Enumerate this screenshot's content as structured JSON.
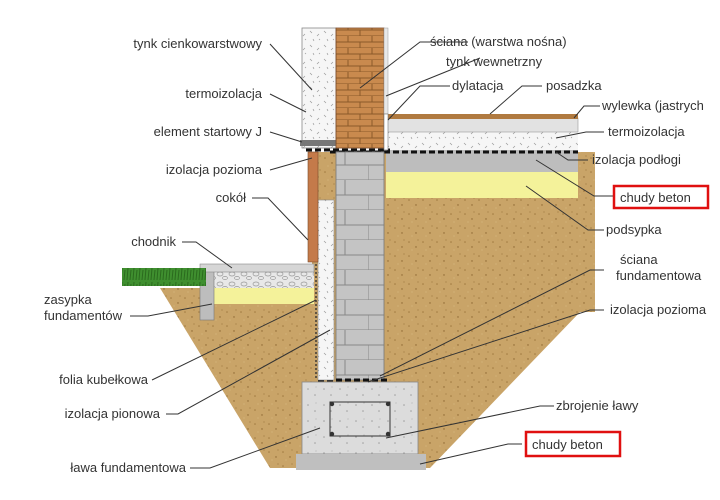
{
  "labels": {
    "tynk_cienkowarstwowy": "tynk cienkowarstwowy",
    "termoizolacja_sciana": "termoizolacja",
    "element_startowy": "element startowy J",
    "izolacja_pozioma_gora": "izolacja pozioma",
    "cokol": "cokół",
    "chodnik": "chodnik",
    "zasypka_1": "zasypka",
    "zasypka_2": "fundamentów",
    "folia_kubelkowa": "folia kubełkowa",
    "izolacja_pionowa": "izolacja pionowa",
    "lawa_fundamentowa": "ława fundamentowa",
    "sciana_nosna": "ściana (warstwa nośna)",
    "tynk_wewnetrzny": "tynk wewnetrzny",
    "dylatacja": "dylatacja",
    "posadzka": "posadzka",
    "wylewka": "wylewka (jastrych",
    "termoizolacja_podloga": "termoizolacja",
    "izolacja_podlogi": "izolacja podłogi",
    "chudy_beton_gora": "chudy beton",
    "podsypka": "podsypka",
    "sciana_fund_1": "ściana",
    "sciana_fund_2": "fundamentowa",
    "izolacja_pozioma_dol": "izolacja pozioma",
    "zbrojenie_lawy": "zbrojenie ławy",
    "chudy_beton_dol": "chudy beton"
  },
  "colors": {
    "soil": "#c9a468",
    "sand": "#f4f29a",
    "brick": "#c98a4e",
    "block": "#c2c2c2",
    "highlight": "#e01010"
  }
}
